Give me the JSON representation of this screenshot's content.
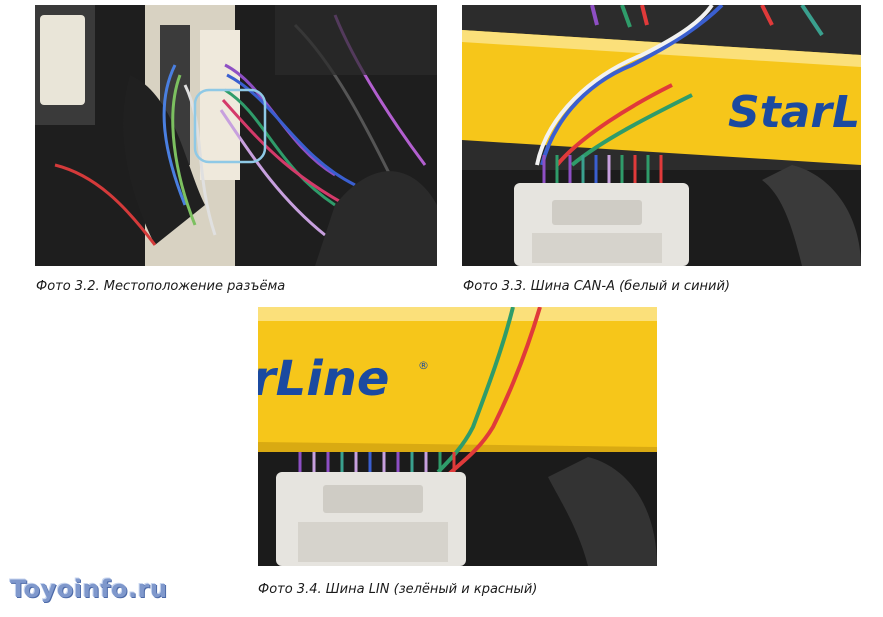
{
  "photos": [
    {
      "caption": "Фото 3.2. Местоположение разъёма"
    },
    {
      "caption": "Фото 3.3. Шина CAN-A (белый и синий)",
      "tool_logo": "StarLi"
    },
    {
      "caption": "Фото 3.4. Шина LIN (зелёный и красный)",
      "tool_logo": "rLine"
    }
  ],
  "watermark": "Toyoinfo.ru",
  "colors": {
    "tool_yellow": "#f6c61a",
    "logo_blue": "#1b4aa0",
    "connector_white": "#e6e4df",
    "highlight_circle": "#8fc9e6"
  }
}
